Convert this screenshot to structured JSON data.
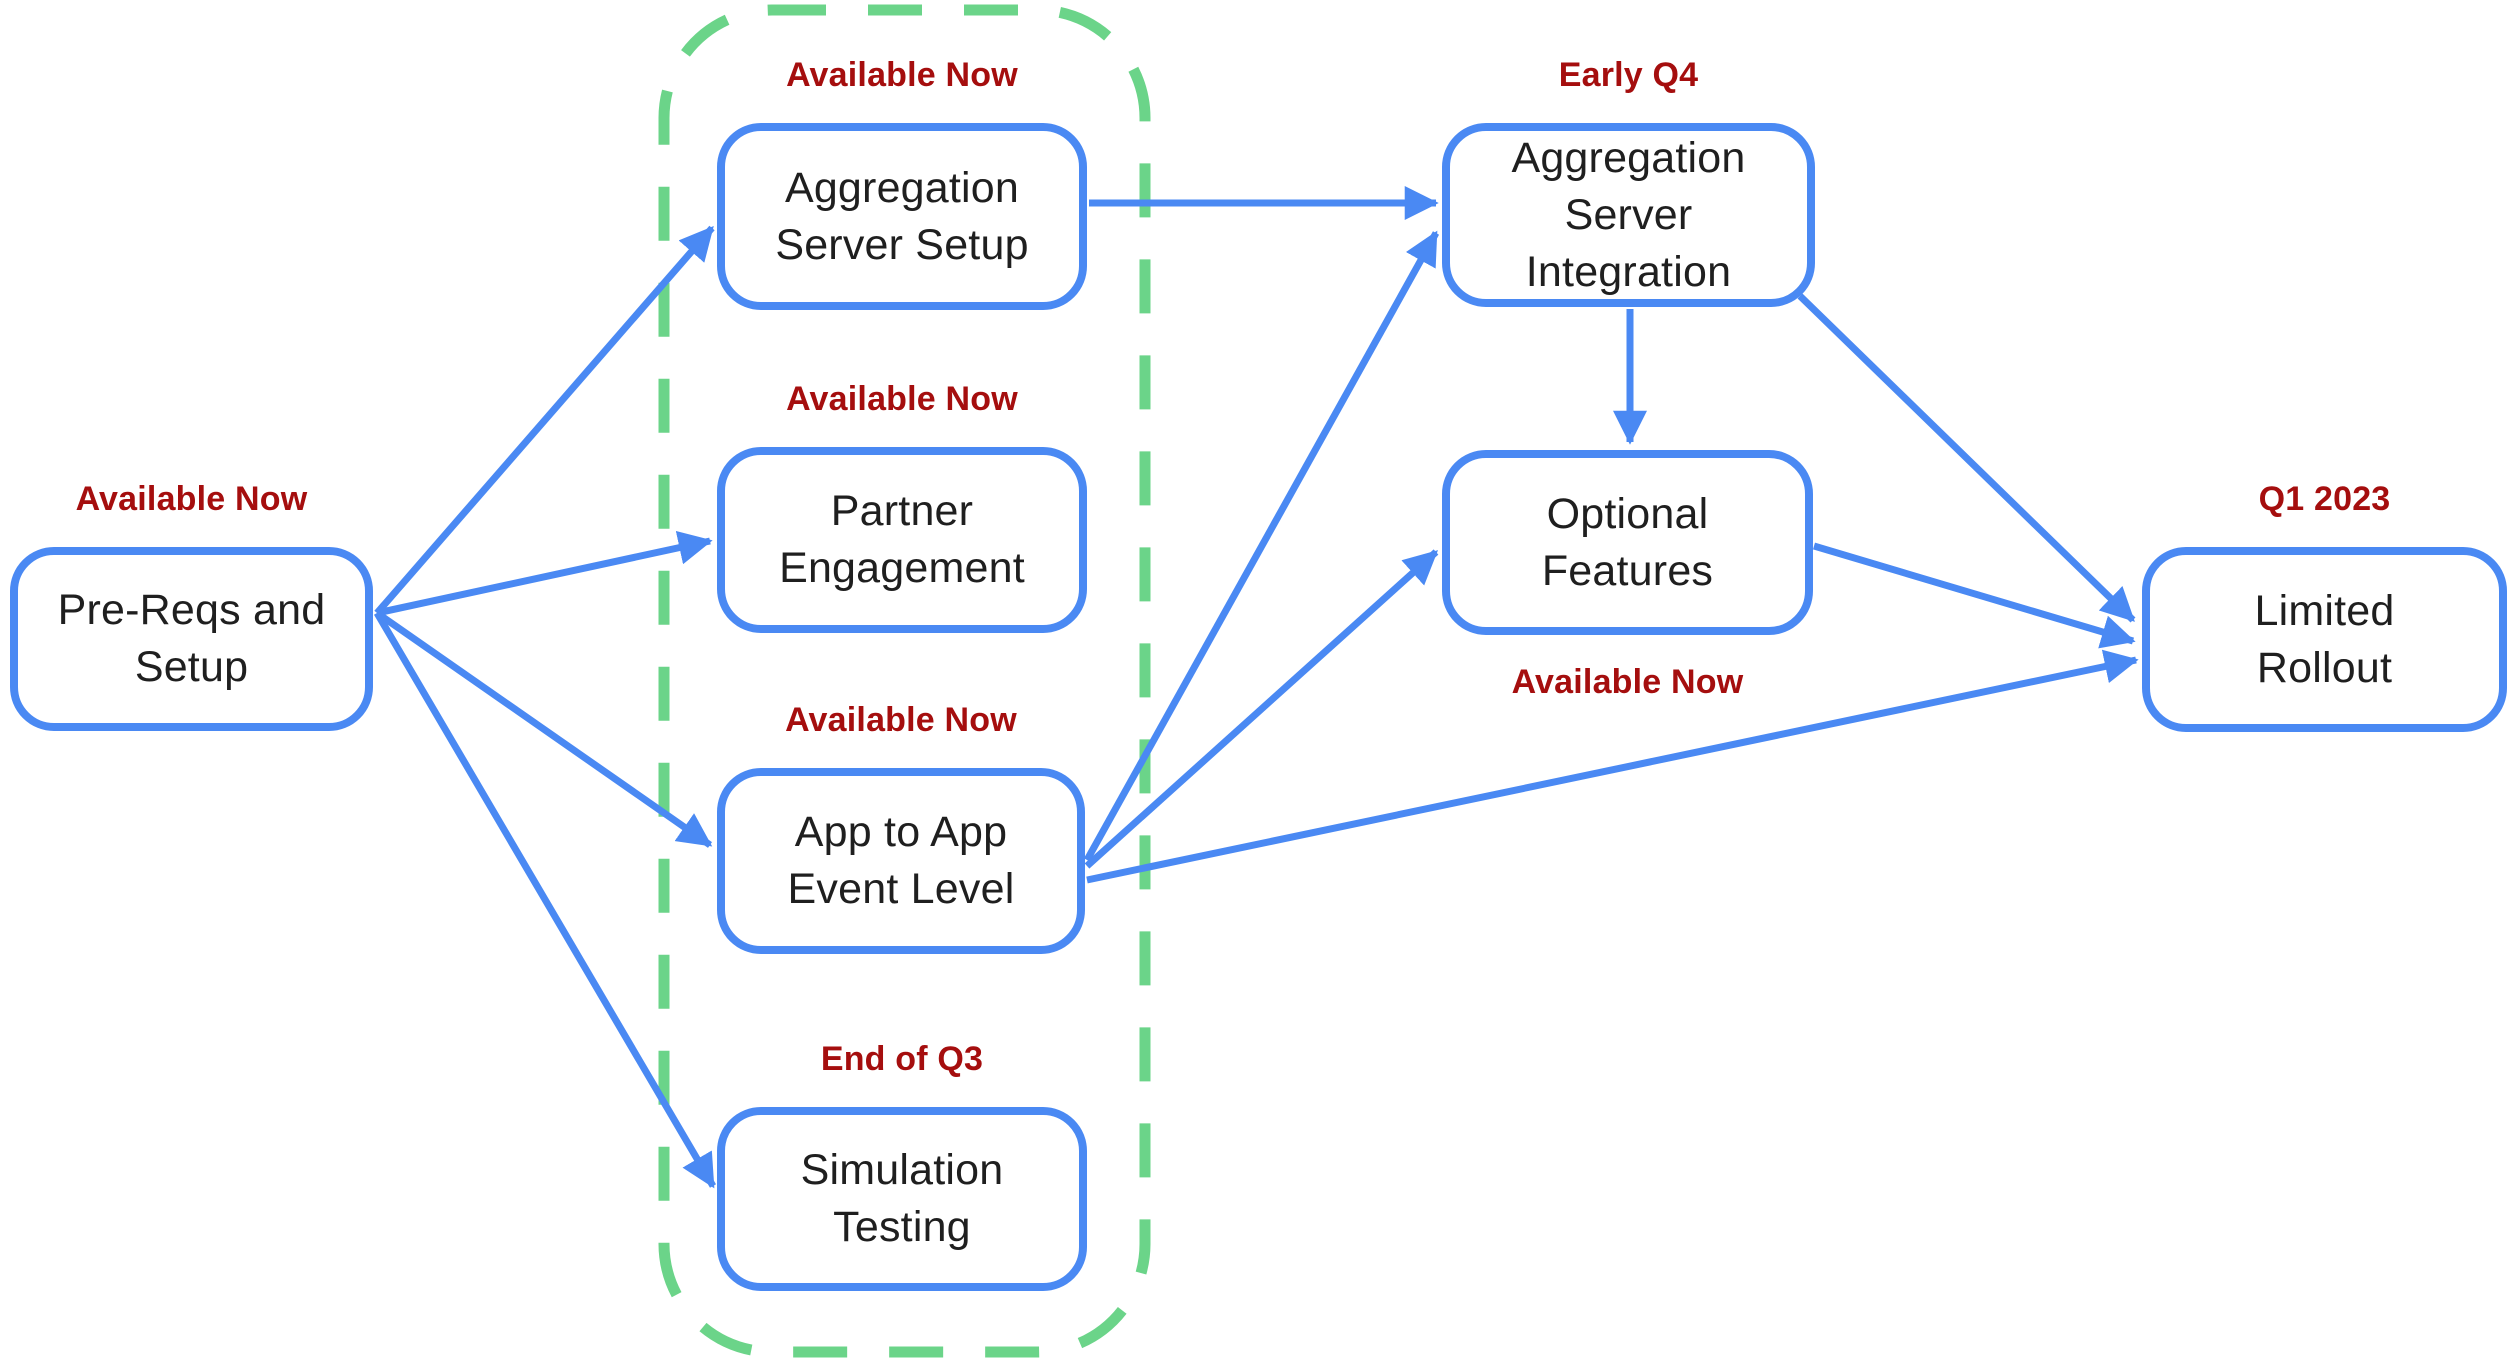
{
  "diagram": {
    "title": "Feature rollout timeline flowchart",
    "colors": {
      "node_border": "#4A89F3",
      "arrow": "#4A89F3",
      "status_text": "#A50E0E",
      "node_text": "#1F1F1F",
      "group_outline": "#6BD489",
      "background": "#FFFFFF"
    },
    "nodes": {
      "prereqs": {
        "label": "Pre-Reqs and Setup",
        "lines": [
          "Pre-Reqs and",
          "Setup"
        ],
        "status": "Available Now"
      },
      "agg_setup": {
        "label": "Aggregation Server Setup",
        "lines": [
          "Aggregation",
          "Server Setup"
        ],
        "status": "Available Now"
      },
      "partner": {
        "label": "Partner Engagement",
        "lines": [
          "Partner",
          "Engagement"
        ],
        "status": "Available Now"
      },
      "app2app": {
        "label": "App to App Event Level",
        "lines": [
          "App to App",
          "Event Level"
        ],
        "status": "Available Now"
      },
      "simtest": {
        "label": "Simulation Testing",
        "lines": [
          "Simulation",
          "Testing"
        ],
        "status": "End of Q3"
      },
      "asi": {
        "label": "Aggregation Server Integration",
        "lines": [
          "Aggregation",
          "Server",
          "Integration"
        ],
        "status": "Early Q4"
      },
      "optional": {
        "label": "Optional Features",
        "lines": [
          "Optional",
          "Features"
        ],
        "status": "Available Now"
      },
      "rollout": {
        "label": "Limited Rollout",
        "lines": [
          "Limited",
          "Rollout"
        ],
        "status": "Q1 2023"
      }
    },
    "edges": [
      {
        "from": "prereqs",
        "to": "agg_setup"
      },
      {
        "from": "prereqs",
        "to": "partner"
      },
      {
        "from": "prereqs",
        "to": "app2app"
      },
      {
        "from": "prereqs",
        "to": "simtest"
      },
      {
        "from": "agg_setup",
        "to": "asi"
      },
      {
        "from": "app2app",
        "to": "asi"
      },
      {
        "from": "app2app",
        "to": "optional"
      },
      {
        "from": "app2app",
        "to": "rollout"
      },
      {
        "from": "asi",
        "to": "optional"
      },
      {
        "from": "asi",
        "to": "rollout"
      },
      {
        "from": "optional",
        "to": "rollout"
      }
    ],
    "group": {
      "contains": [
        "agg_setup",
        "partner",
        "app2app",
        "simtest"
      ]
    }
  }
}
